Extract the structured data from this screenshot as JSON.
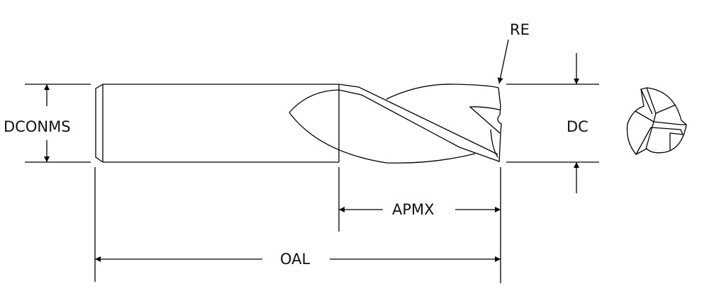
{
  "labels": {
    "re": "RE",
    "dconms": "DCONMS",
    "dc": "DC",
    "apmx": "APMX",
    "oal": "OAL"
  },
  "colors": {
    "line": "#000000",
    "background": "#ffffff"
  }
}
